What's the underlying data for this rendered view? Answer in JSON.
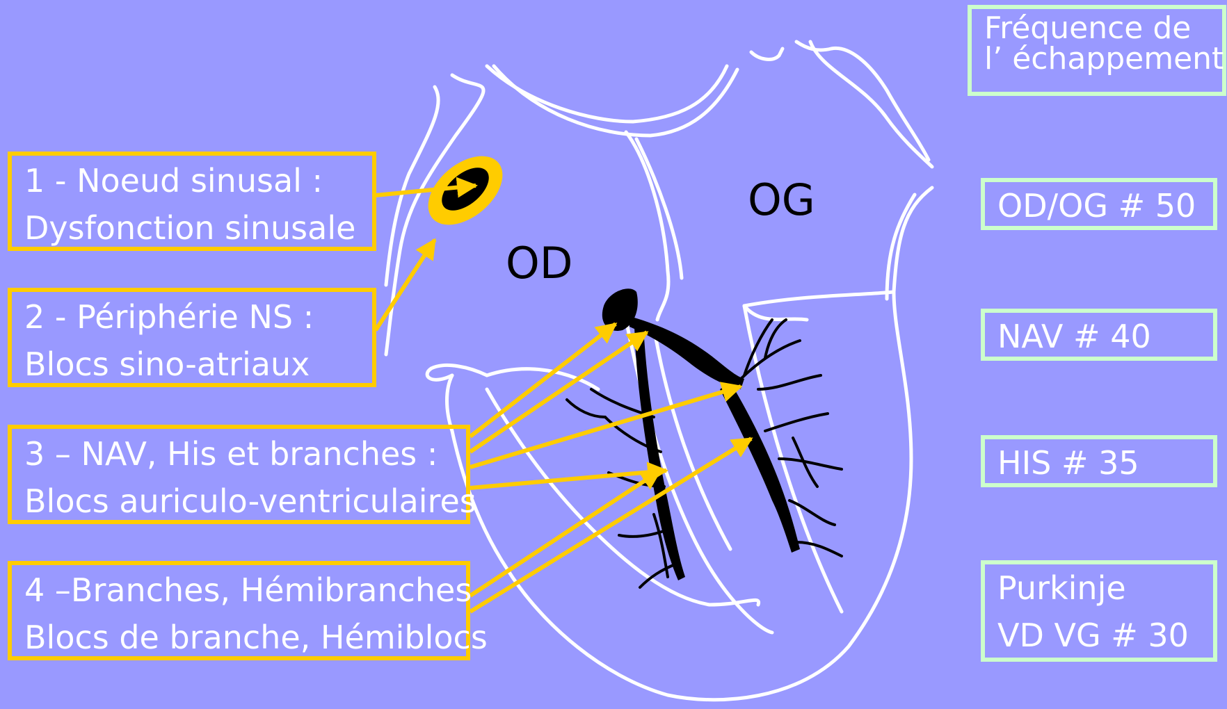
{
  "diagram": {
    "chambers": {
      "od": "OD",
      "og": "OG"
    },
    "causes": [
      {
        "line1": "1 - Noeud sinusal :",
        "line2": "Dysfonction sinusale"
      },
      {
        "line1": "2 - Périphérie NS :",
        "line2": "Blocs sino-atriaux"
      },
      {
        "line1": "3 – NAV, His et branches :",
        "line2": "Blocs auriculo-ventriculaires"
      },
      {
        "line1": "4 –Branches, Hémibranches",
        "line2": "Blocs de branche, Hémiblocs"
      }
    ],
    "escape": {
      "title_line1": "Fréquence de",
      "title_line2": "l’ échappement",
      "rates": [
        {
          "line1": "OD/OG # 50"
        },
        {
          "line1": "NAV # 40"
        },
        {
          "line1": "HIS # 35"
        },
        {
          "line1": "Purkinje",
          "line2": "VD VG # 30"
        }
      ]
    },
    "colors": {
      "background": "#9999ff",
      "cause_border": "#ffcc00",
      "rate_border": "#ccffcc",
      "heart_outline": "#ffffff",
      "conduction_system": "#000000",
      "arrows": "#ffcc00"
    }
  }
}
